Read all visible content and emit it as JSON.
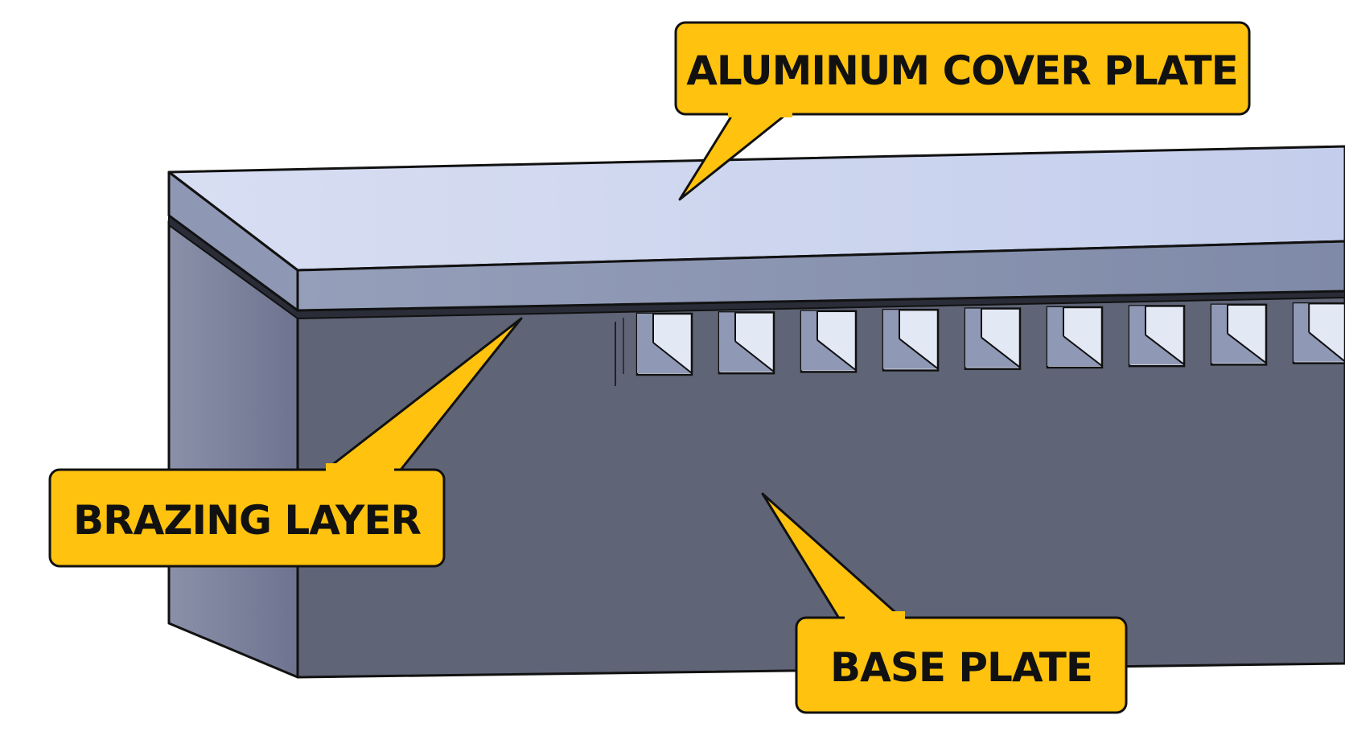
{
  "colors": {
    "callout_fill": "#FFC20E",
    "callout_stroke": "#111111",
    "cover_top": "#CBD4EE",
    "cover_front": "#8B96B2",
    "base_front": "#5F6477",
    "base_side": "#7C8299",
    "slot_interior": "#E3E8F5"
  },
  "callouts": {
    "cover_plate": {
      "label": "ALUMINUM COVER PLATE"
    },
    "brazing_layer": {
      "label": "BRAZING LAYER"
    },
    "base_plate": {
      "label": "BASE PLATE"
    }
  }
}
